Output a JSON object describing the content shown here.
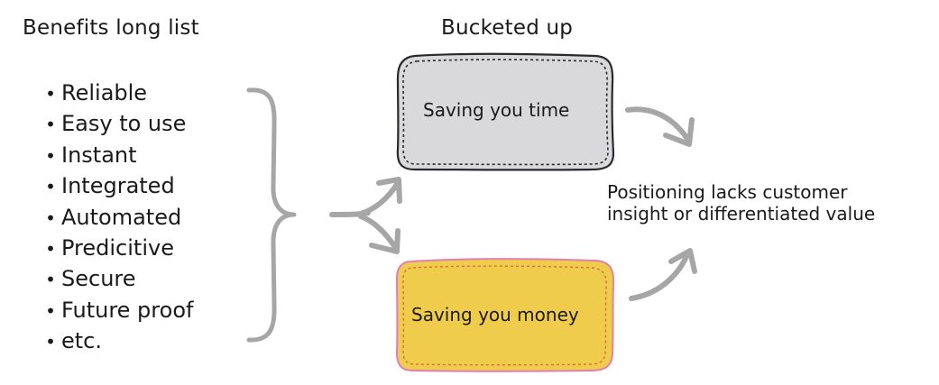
{
  "headings": {
    "left": "Benefits long list",
    "right": "Bucketed up"
  },
  "benefits": [
    "Reliable",
    "Easy to use",
    "Instant",
    "Integrated",
    "Automated",
    "Predicitive",
    "Secure",
    "Future proof",
    "etc."
  ],
  "buckets": {
    "time": "Saving you time",
    "money": "Saving you money"
  },
  "conclusion": {
    "line1": "Positioning lacks customer",
    "line2": "insight or differentiated value"
  },
  "colors": {
    "arrow": "#a6a6a6",
    "time_box_fill": "#d9d9db",
    "time_box_border": "#2a2a2a",
    "money_box_fill": "#f0cc4d",
    "money_box_border": "#e07fb0"
  }
}
